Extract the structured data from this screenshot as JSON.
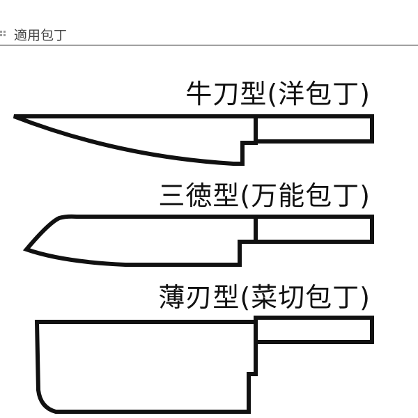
{
  "header": {
    "title": "適用包丁",
    "icon": "grid-dots-icon"
  },
  "knives": [
    {
      "label": "牛刀型(洋包丁)",
      "type": "gyuto"
    },
    {
      "label": "三徳型(万能包丁)",
      "type": "santoku"
    },
    {
      "label": "薄刃型(菜切包丁)",
      "type": "nakiri"
    }
  ]
}
